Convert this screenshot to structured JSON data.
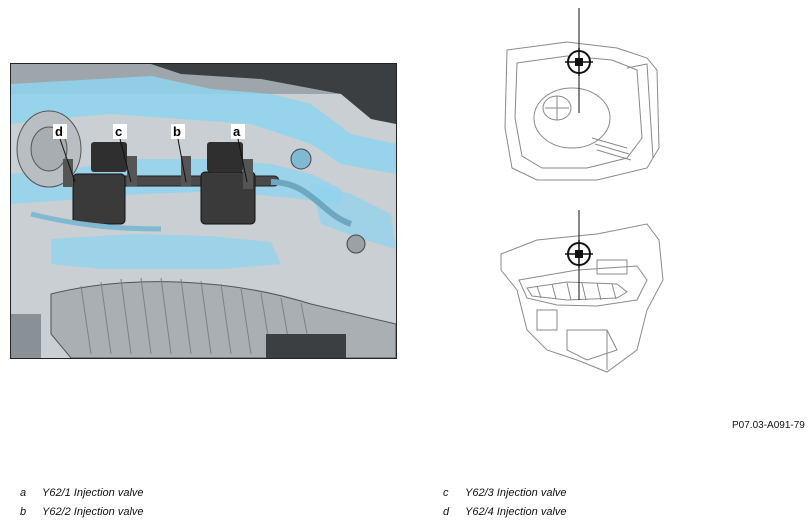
{
  "callouts": {
    "a": "a",
    "b": "b",
    "c": "c",
    "d": "d"
  },
  "reference_code": "P07.03-A091-79",
  "legend": [
    {
      "key": "a",
      "text": "Y62/1 Injection valve"
    },
    {
      "key": "b",
      "text": "Y62/2 Injection valve"
    },
    {
      "key": "c",
      "text": "Y62/3 Injection valve"
    },
    {
      "key": "d",
      "text": "Y62/4 Injection valve"
    }
  ],
  "colors": {
    "highlight_blue": "#8fd3f0",
    "injector_dark": "#3a3a3a",
    "line_gray": "#6b6b6b"
  }
}
